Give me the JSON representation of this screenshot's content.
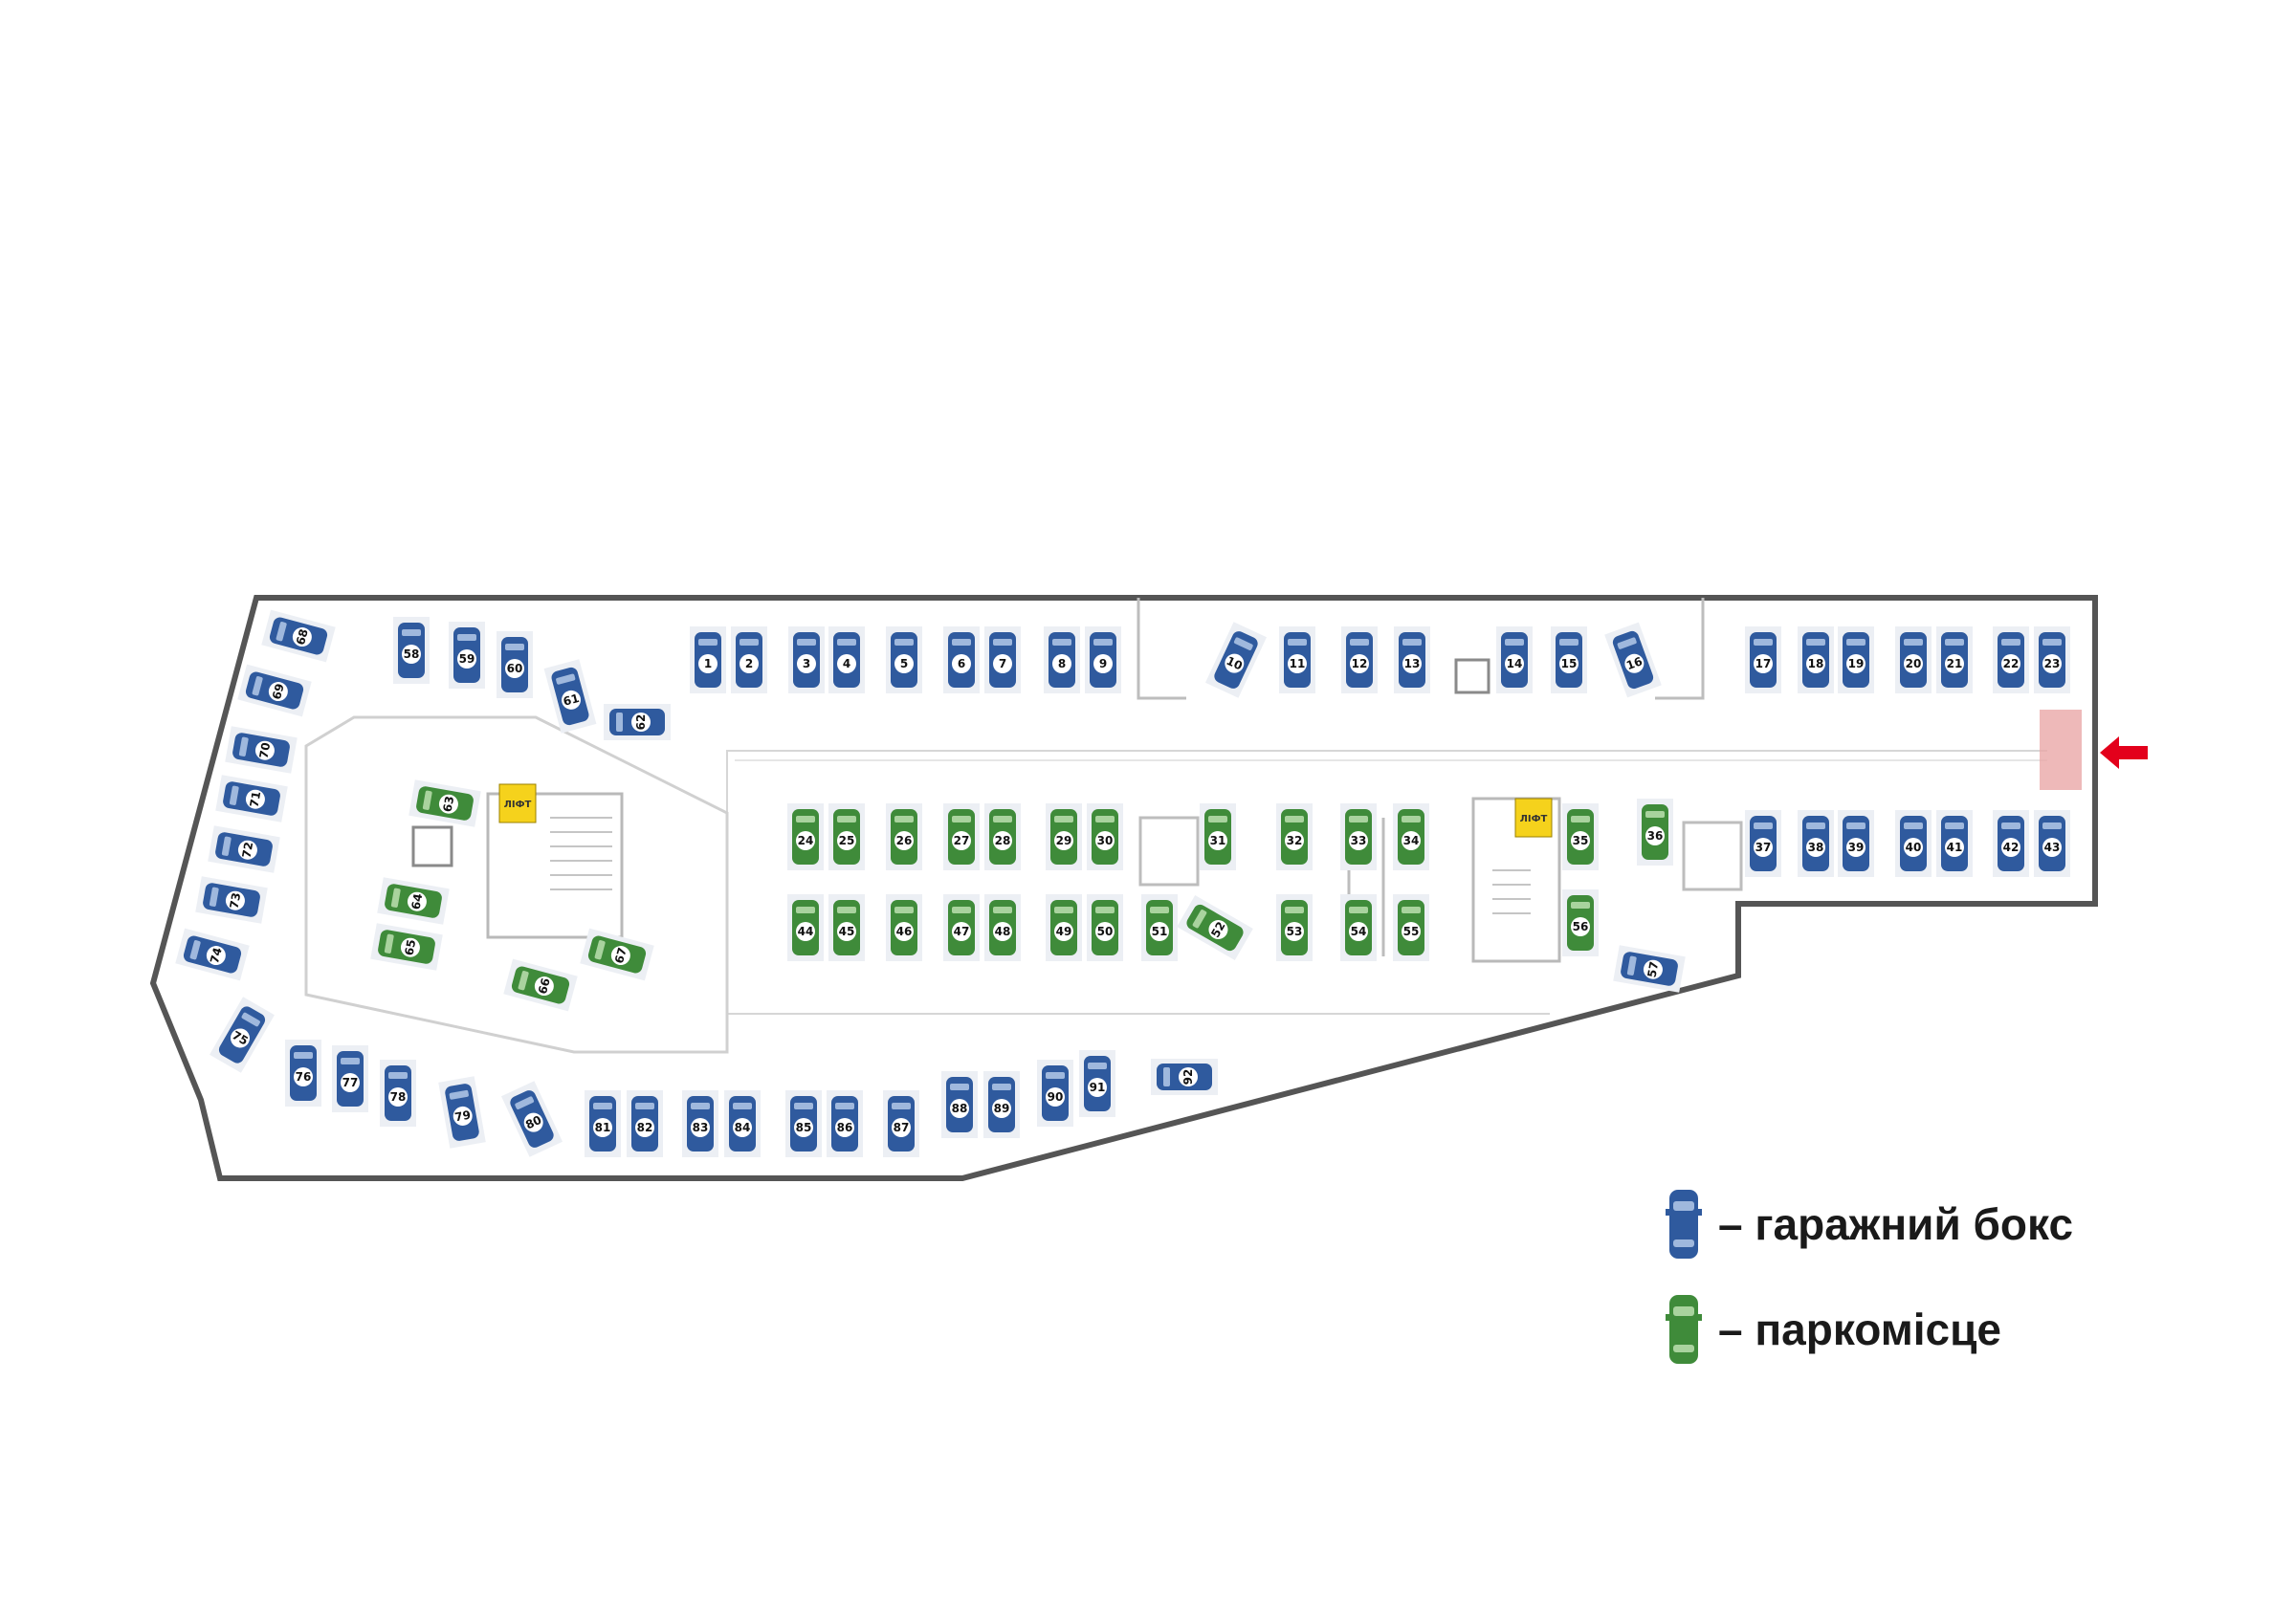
{
  "colors": {
    "garage_box": "#2f5a9e",
    "parking_spot": "#3f8b3a",
    "wall": "#555555",
    "elevator": "#f5d21c",
    "entrance_arrow": "#e3001b",
    "entrance_zone": "#eaa7a7"
  },
  "labels": {
    "lift": "ЛІФТ"
  },
  "legend": [
    {
      "type": "garage_box",
      "label": "– гаражний бокс"
    },
    {
      "type": "parking_spot",
      "label": "– паркомісце"
    }
  ],
  "spots": [
    {
      "n": "1",
      "t": "box"
    },
    {
      "n": "2",
      "t": "box"
    },
    {
      "n": "3",
      "t": "box"
    },
    {
      "n": "4",
      "t": "box"
    },
    {
      "n": "5",
      "t": "box"
    },
    {
      "n": "6",
      "t": "box"
    },
    {
      "n": "7",
      "t": "box"
    },
    {
      "n": "8",
      "t": "box"
    },
    {
      "n": "9",
      "t": "box"
    },
    {
      "n": "10",
      "t": "box"
    },
    {
      "n": "11",
      "t": "box"
    },
    {
      "n": "12",
      "t": "box"
    },
    {
      "n": "13",
      "t": "box"
    },
    {
      "n": "14",
      "t": "box"
    },
    {
      "n": "15",
      "t": "box"
    },
    {
      "n": "16",
      "t": "box"
    },
    {
      "n": "17",
      "t": "box"
    },
    {
      "n": "18",
      "t": "box"
    },
    {
      "n": "19",
      "t": "box"
    },
    {
      "n": "20",
      "t": "box"
    },
    {
      "n": "21",
      "t": "box"
    },
    {
      "n": "22",
      "t": "box"
    },
    {
      "n": "23",
      "t": "box"
    },
    {
      "n": "24",
      "t": "spot"
    },
    {
      "n": "25",
      "t": "spot"
    },
    {
      "n": "26",
      "t": "spot"
    },
    {
      "n": "27",
      "t": "spot"
    },
    {
      "n": "28",
      "t": "spot"
    },
    {
      "n": "29",
      "t": "spot"
    },
    {
      "n": "30",
      "t": "spot"
    },
    {
      "n": "31",
      "t": "spot"
    },
    {
      "n": "32",
      "t": "spot"
    },
    {
      "n": "33",
      "t": "spot"
    },
    {
      "n": "34",
      "t": "spot"
    },
    {
      "n": "35",
      "t": "spot"
    },
    {
      "n": "36",
      "t": "spot"
    },
    {
      "n": "37",
      "t": "box"
    },
    {
      "n": "38",
      "t": "box"
    },
    {
      "n": "39",
      "t": "box"
    },
    {
      "n": "40",
      "t": "box"
    },
    {
      "n": "41",
      "t": "box"
    },
    {
      "n": "42",
      "t": "box"
    },
    {
      "n": "43",
      "t": "box"
    },
    {
      "n": "44",
      "t": "spot"
    },
    {
      "n": "45",
      "t": "spot"
    },
    {
      "n": "46",
      "t": "spot"
    },
    {
      "n": "47",
      "t": "spot"
    },
    {
      "n": "48",
      "t": "spot"
    },
    {
      "n": "49",
      "t": "spot"
    },
    {
      "n": "50",
      "t": "spot"
    },
    {
      "n": "51",
      "t": "spot"
    },
    {
      "n": "52",
      "t": "spot"
    },
    {
      "n": "53",
      "t": "spot"
    },
    {
      "n": "54",
      "t": "spot"
    },
    {
      "n": "55",
      "t": "spot"
    },
    {
      "n": "56",
      "t": "spot"
    },
    {
      "n": "57",
      "t": "box"
    },
    {
      "n": "58",
      "t": "box"
    },
    {
      "n": "59",
      "t": "box"
    },
    {
      "n": "60",
      "t": "box"
    },
    {
      "n": "61",
      "t": "box"
    },
    {
      "n": "62",
      "t": "box"
    },
    {
      "n": "63",
      "t": "spot"
    },
    {
      "n": "64",
      "t": "spot"
    },
    {
      "n": "65",
      "t": "spot"
    },
    {
      "n": "66",
      "t": "spot"
    },
    {
      "n": "67",
      "t": "spot"
    },
    {
      "n": "68",
      "t": "box"
    },
    {
      "n": "69",
      "t": "box"
    },
    {
      "n": "70",
      "t": "box"
    },
    {
      "n": "71",
      "t": "box"
    },
    {
      "n": "72",
      "t": "box"
    },
    {
      "n": "73",
      "t": "box"
    },
    {
      "n": "74",
      "t": "box"
    },
    {
      "n": "75",
      "t": "box"
    },
    {
      "n": "76",
      "t": "box"
    },
    {
      "n": "77",
      "t": "box"
    },
    {
      "n": "78",
      "t": "box"
    },
    {
      "n": "79",
      "t": "box"
    },
    {
      "n": "80",
      "t": "box"
    },
    {
      "n": "81",
      "t": "box"
    },
    {
      "n": "82",
      "t": "box"
    },
    {
      "n": "83",
      "t": "box"
    },
    {
      "n": "84",
      "t": "box"
    },
    {
      "n": "85",
      "t": "box"
    },
    {
      "n": "86",
      "t": "box"
    },
    {
      "n": "87",
      "t": "box"
    },
    {
      "n": "88",
      "t": "box"
    },
    {
      "n": "89",
      "t": "box"
    },
    {
      "n": "90",
      "t": "box"
    },
    {
      "n": "91",
      "t": "box"
    },
    {
      "n": "92",
      "t": "box"
    }
  ]
}
